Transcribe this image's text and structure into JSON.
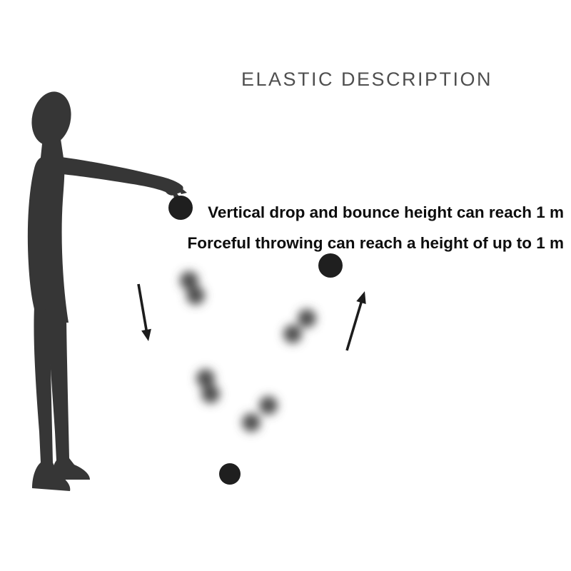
{
  "title": "ELASTIC DESCRIPTION",
  "captions": {
    "drop": "Vertical drop and bounce height can reach 1 m",
    "throw": "Forceful throwing can reach a height of up to 1 m"
  },
  "colors": {
    "background": "#ffffff",
    "silhouette": "#363636",
    "ball": "#1f1f1f",
    "arrow": "#1c1c1c",
    "motion_blur": "#505050",
    "title_text": "#4f4f4f",
    "caption_text": "#0d0d0d"
  },
  "icons": {
    "person": "person-silhouette-icon",
    "down_arrow": "down-arrow-icon",
    "up_arrow": "up-arrow-icon",
    "balls": [
      "dropped-ball",
      "thrown-ball",
      "bounced-ball"
    ]
  }
}
